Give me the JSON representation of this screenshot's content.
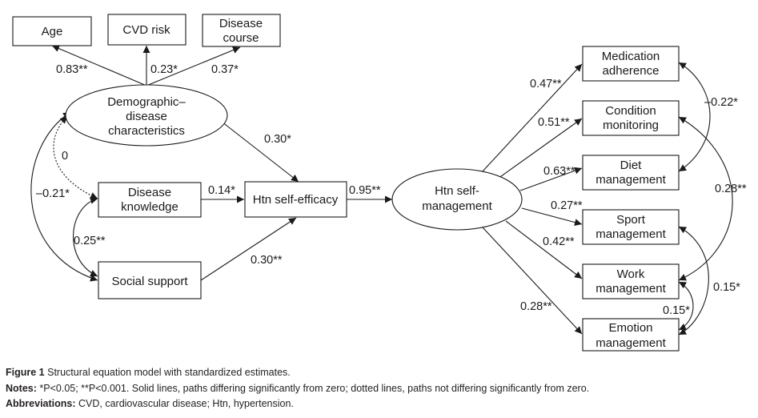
{
  "nodes": {
    "age": "Age",
    "cvd_risk": "CVD risk",
    "disease_course_1": "Disease",
    "disease_course_2": "course",
    "demographic_1": "Demographic–",
    "demographic_2": "disease",
    "demographic_3": "characteristics",
    "knowledge_1": "Disease",
    "knowledge_2": "knowledge",
    "social_support": "Social support",
    "self_efficacy": "Htn self-efficacy",
    "self_management_1": "Htn self-",
    "self_management_2": "management",
    "medication_1": "Medication",
    "medication_2": "adherence",
    "condition_1": "Condition",
    "condition_2": "monitoring",
    "diet_1": "Diet",
    "diet_2": "management",
    "sport_1": "Sport",
    "sport_2": "management",
    "work_1": "Work",
    "work_2": "management",
    "emotion_1": "Emotion",
    "emotion_2": "management"
  },
  "coefficients": {
    "age": "0.83**",
    "cvd_risk": "0.23*",
    "disease_course": "0.37*",
    "demo_efficacy": "0.30*",
    "demo_knowledge": "0",
    "demo_support": "–0.21*",
    "knowledge_support": "0.25**",
    "knowledge_efficacy": "0.14*",
    "support_efficacy": "0.30**",
    "efficacy_management": "0.95**",
    "medication": "0.47**",
    "condition": "0.51**",
    "diet": "0.63**",
    "sport": "0.27**",
    "work": "0.42**",
    "emotion": "0.28**",
    "med_diet": "–0.22*",
    "cond_work": "0.28**",
    "sport_emotion": "0.15*",
    "work_emotion": "0.15*"
  },
  "caption": {
    "title_label": "Figure 1",
    "title_text": "Structural equation model with standardized estimates.",
    "notes_label": "Notes:",
    "notes_text": "*P<0.05; **P<0.001. Solid lines, paths differing significantly from zero; dotted lines, paths not differing significantly from zero.",
    "abbr_label": "Abbreviations:",
    "abbr_text": "CVD, cardiovascular disease; Htn, hypertension."
  }
}
